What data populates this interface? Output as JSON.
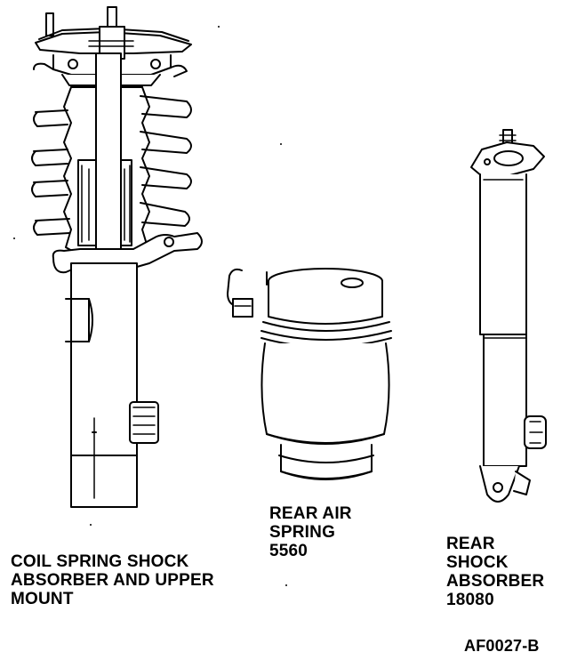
{
  "labels": {
    "coil_spring": {
      "lines": [
        "COIL SPRING SHOCK",
        "ABSORBER AND UPPER",
        "MOUNT"
      ]
    },
    "air_spring": {
      "lines": [
        "REAR AIR",
        "SPRING",
        "5560"
      ]
    },
    "shock_absorber": {
      "lines": [
        "REAR",
        "SHOCK",
        "ABSORBER",
        "18080"
      ]
    },
    "figure_id": "AF0027-B"
  },
  "colors": {
    "ink": "#000000",
    "paper": "#ffffff"
  }
}
